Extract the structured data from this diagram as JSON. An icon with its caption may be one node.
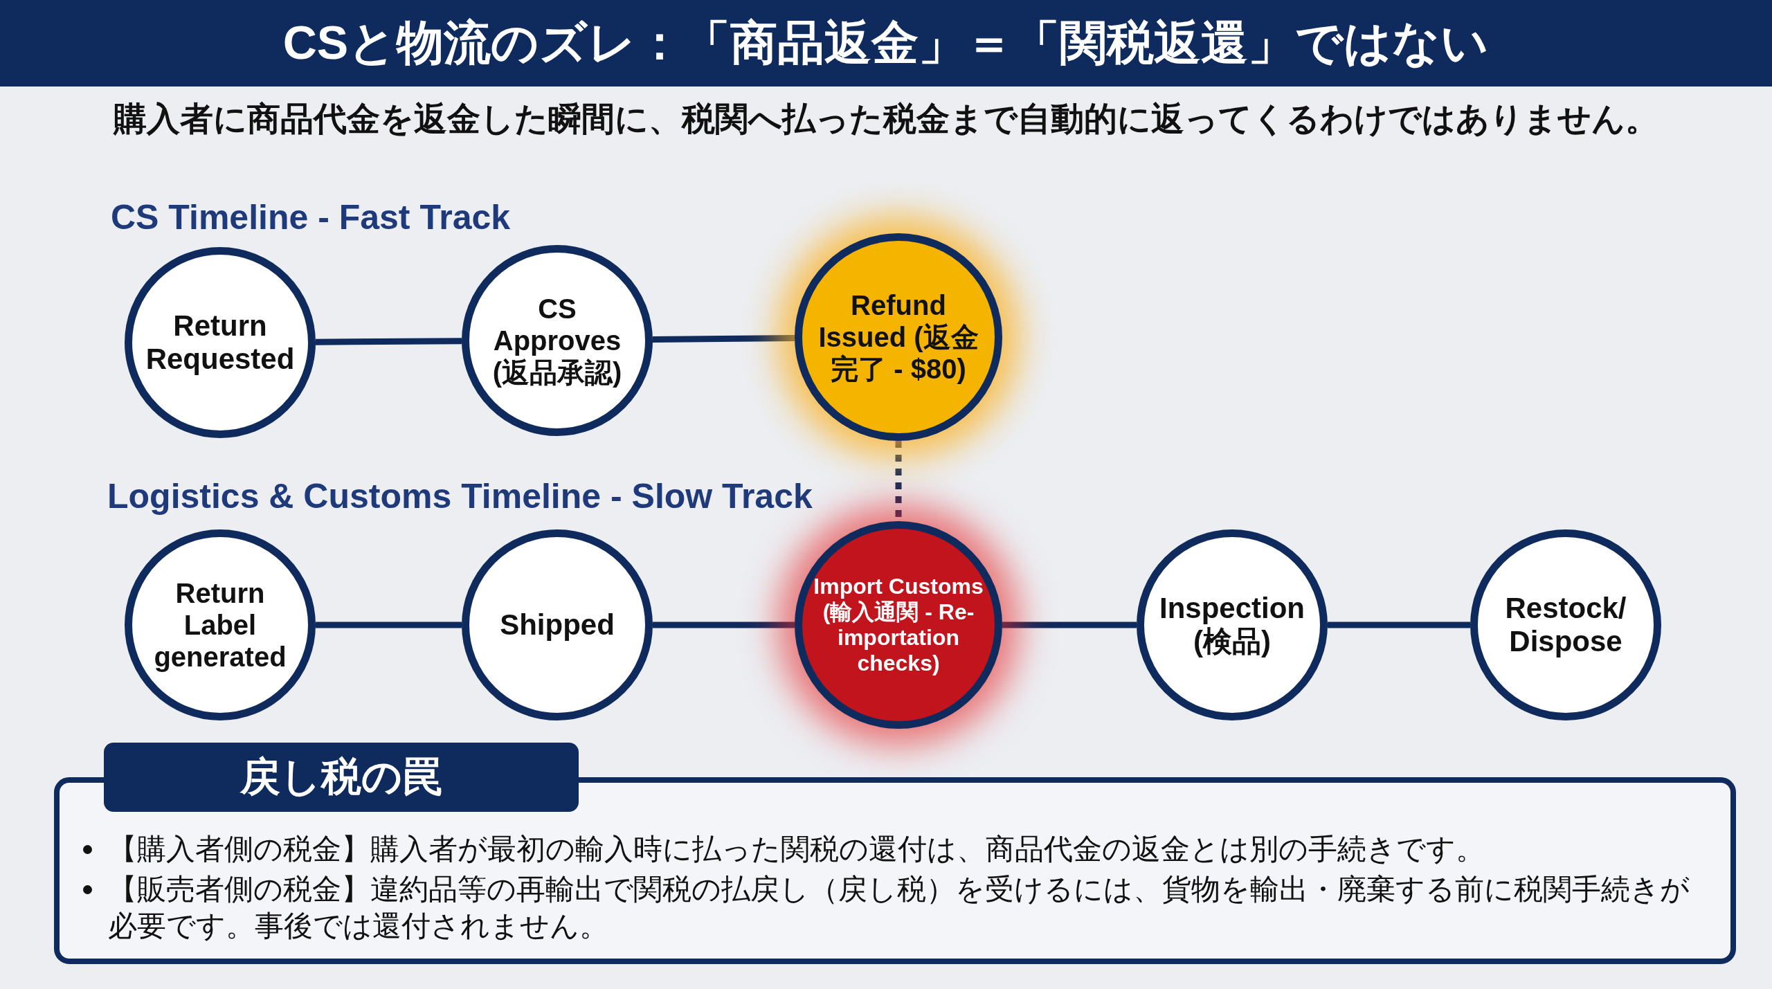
{
  "diagram": {
    "title": "CSと物流のズレ：「商品返金」＝「関税返還」ではない",
    "nodes": [
      {
        "text": [
          "Return Requested"
        ]
      },
      {
        "text": [
          "CS Approves (返品承認)"
        ]
      },
      {
        "text": [
          "Refund Issued (返金完了 - $80)"
        ]
      },
      {
        "text": [
          "Return Label generated"
        ]
      },
      {
        "text": [
          "Shipped"
        ]
      },
      {
        "text": [
          "Import Customs (輸入通関 - Re-importation checks)"
        ]
      },
      {
        "text": [
          "Inspection (検品)"
        ]
      },
      {
        "text": [
          "Restock/ Dispose"
        ]
      },
      {
        "text": [
          "戻し税の罠",
          "【購入者側の税金】購入者が最初の輸入時に払った関税の還付は、商品代金の返金とは別の手続きです。",
          "【販売者側の税金】違約品等の再輸出で関税の払戻し（戻し税）を受けるには、貨物を輸出・廃棄する前に税関手続きが必要です。事後では還付されません。"
        ]
      }
    ],
    "edges": [
      {
        "from": 0,
        "to": 1,
        "arrow": "none"
      },
      {
        "from": 1,
        "to": 2,
        "arrow": "none"
      },
      {
        "from": 2,
        "to": 5,
        "arrow": "none",
        "style": "dashed"
      },
      {
        "from": 3,
        "to": 4,
        "arrow": "none"
      },
      {
        "from": 4,
        "to": 5,
        "arrow": "none"
      },
      {
        "from": 5,
        "to": 6,
        "arrow": "none"
      },
      {
        "from": 6,
        "to": 7,
        "arrow": "none"
      }
    ],
    "labels": [
      "購入者に商品代金を返金した瞬間に、税関へ払った税金まで自動的に返ってくるわけではありません。",
      "CS Timeline - Fast Track",
      "Logistics & Customs Timeline - Slow Track"
    ]
  }
}
